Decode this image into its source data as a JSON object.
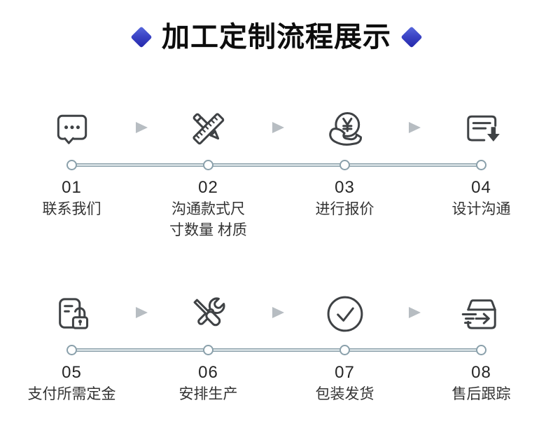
{
  "header": {
    "title": "加工定制流程展示",
    "left_icon": "diamond-icon",
    "right_icon": "diamond-icon",
    "diamond_gradient_start": "#5a6ade",
    "diamond_gradient_end": "#2326aa",
    "title_color": "#0d0d0d"
  },
  "flow": {
    "icon_stroke_color": "#3f4245",
    "timeline_color": "#8ba0aa",
    "arrow_color": "#b7bdc2",
    "label_color": "#333333",
    "rows": [
      {
        "steps": [
          {
            "number": "01",
            "label": "联系我们",
            "icon": "chat-bubble-icon"
          },
          {
            "number": "02",
            "label": "沟通款式尺寸数量 材质",
            "icon": "ruler-pencil-icon"
          },
          {
            "number": "03",
            "label": "进行报价",
            "icon": "hand-coin-icon"
          },
          {
            "number": "04",
            "label": "设计沟通",
            "icon": "document-download-icon"
          }
        ]
      },
      {
        "steps": [
          {
            "number": "05",
            "label": "支付所需定金",
            "icon": "payment-unlock-icon"
          },
          {
            "number": "06",
            "label": "安排生产",
            "icon": "crossed-tools-icon"
          },
          {
            "number": "07",
            "label": "包装发货",
            "icon": "check-circle-icon"
          },
          {
            "number": "08",
            "label": "售后跟踪",
            "icon": "shipping-box-icon"
          }
        ]
      }
    ]
  }
}
